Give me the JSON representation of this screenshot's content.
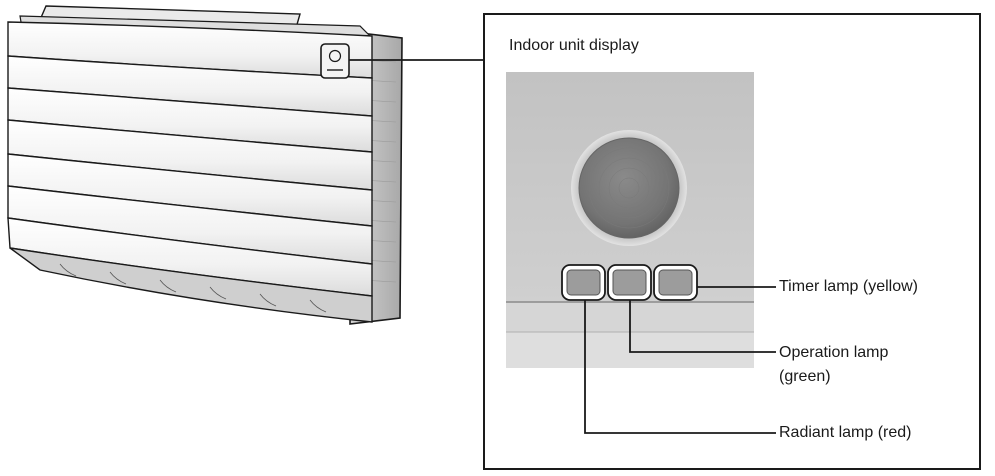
{
  "panel_title": "Indoor unit display",
  "lamps": {
    "timer": "Timer lamp (yellow)",
    "operation_line1": "Operation lamp",
    "operation_line2": "(green)",
    "radiant": "Radiant lamp (red)"
  },
  "colors": {
    "line": "#1a1a1a",
    "unit_body": "#f4f4f4",
    "unit_side": "#c9c9c9",
    "display_bg": "#c8c8c8",
    "knob": "#7d7d7d"
  }
}
